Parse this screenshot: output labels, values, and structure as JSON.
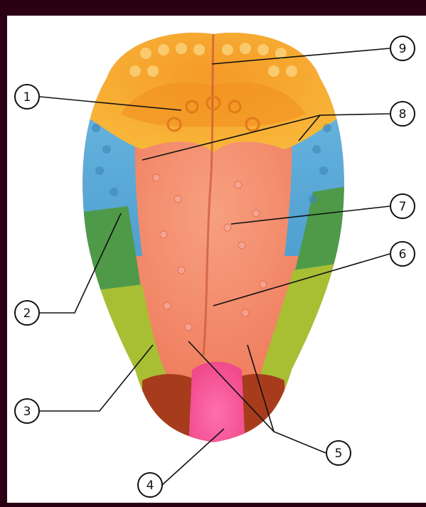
{
  "colors": {
    "frame_dark": "#2a0012",
    "panel": "#ffffff",
    "tongue_body": "#f08060",
    "tip_zone": "#f1509a",
    "front_side_zone": "#a8bf33",
    "mid_side_zone": "#4e9a49",
    "back_side_zone": "#5aa8d6",
    "root_zone": "#f7b030",
    "root_center": "#f29020"
  },
  "labels": [
    {
      "id": "label-1",
      "text": "1"
    },
    {
      "id": "label-2",
      "text": "2"
    },
    {
      "id": "label-3",
      "text": "3"
    },
    {
      "id": "label-4",
      "text": "4"
    },
    {
      "id": "label-5",
      "text": "5"
    },
    {
      "id": "label-6",
      "text": "6"
    },
    {
      "id": "label-7",
      "text": "7"
    },
    {
      "id": "label-8",
      "text": "8"
    },
    {
      "id": "label-9",
      "text": "9"
    }
  ]
}
